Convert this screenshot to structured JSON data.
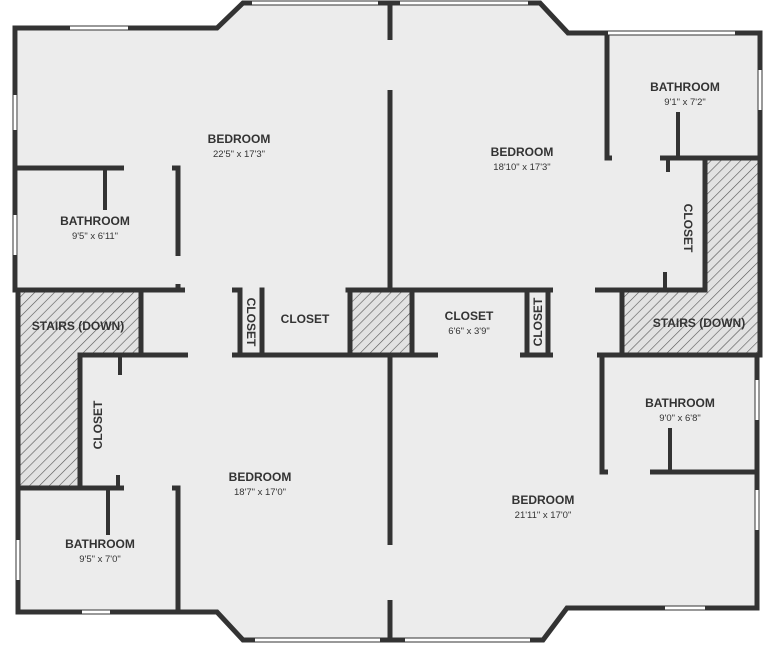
{
  "rooms": {
    "bedroom_tl": {
      "label": "BEDROOM",
      "dims": "22'5\" x 17'3\""
    },
    "bedroom_tr": {
      "label": "BEDROOM",
      "dims": "18'10\" x 17'3\""
    },
    "bedroom_bl": {
      "label": "BEDROOM",
      "dims": "18'7\" x 17'0\""
    },
    "bedroom_br": {
      "label": "BEDROOM",
      "dims": "21'11\" x 17'0\""
    },
    "bath_tl": {
      "label": "BATHROOM",
      "dims": "9'5\" x 6'11\""
    },
    "bath_tr": {
      "label": "BATHROOM",
      "dims": "9'1\" x 7'2\""
    },
    "bath_bl": {
      "label": "BATHROOM",
      "dims": "9'5\" x 7'0\""
    },
    "bath_br": {
      "label": "BATHROOM",
      "dims": "9'0\" x 6'8\""
    },
    "stairs_left": {
      "label": "STAIRS (DOWN)"
    },
    "stairs_right": {
      "label": "STAIRS (DOWN)"
    },
    "closet_center_left": {
      "label": "CLOSET"
    },
    "closet_center_right": {
      "label": "CLOSET",
      "dims": "6'6\" x 3'9\""
    },
    "closet_small_left": {
      "label": "CLOSET"
    },
    "closet_small_right": {
      "label": "CLOSET"
    },
    "closet_right_vertical": {
      "label": "CLOSET"
    },
    "closet_left_vertical": {
      "label": "CLOSET"
    }
  },
  "colors": {
    "floor": "#ececec",
    "wall": "#333333",
    "hatch": "#555555"
  }
}
